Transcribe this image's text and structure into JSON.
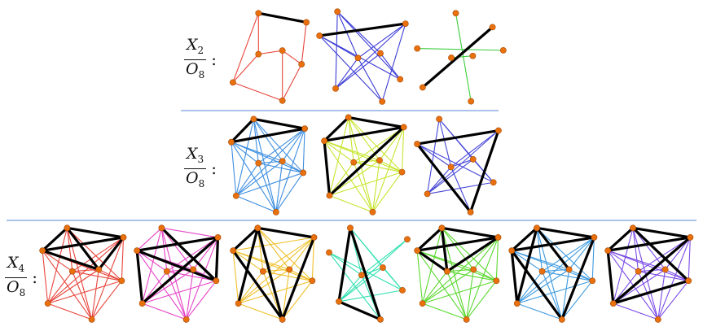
{
  "rows": [
    {
      "label": {
        "num_main": "X",
        "num_sub": "2",
        "den_main": "O",
        "den_sub": "8"
      },
      "colors": [
        "#e8453c",
        "#3b3bd6",
        "#3ccc3c"
      ]
    },
    {
      "label": {
        "num_main": "X",
        "num_sub": "3",
        "den_main": "O",
        "den_sub": "8"
      },
      "colors": [
        "#3d8ee0",
        "#c6e62e",
        "#4646d8"
      ]
    },
    {
      "label": {
        "num_main": "X",
        "num_sub": "4",
        "den_main": "O",
        "den_sub": "8"
      },
      "colors": [
        "#e8453c",
        "#e644c8",
        "#f0c02a",
        "#2fe0b0",
        "#5ad82e",
        "#3d9ae0",
        "#7a4ae6"
      ]
    }
  ],
  "separator_color": "#5b85d6",
  "edge_highlight_color": "#000000",
  "vertex_color": "#e8700f"
}
